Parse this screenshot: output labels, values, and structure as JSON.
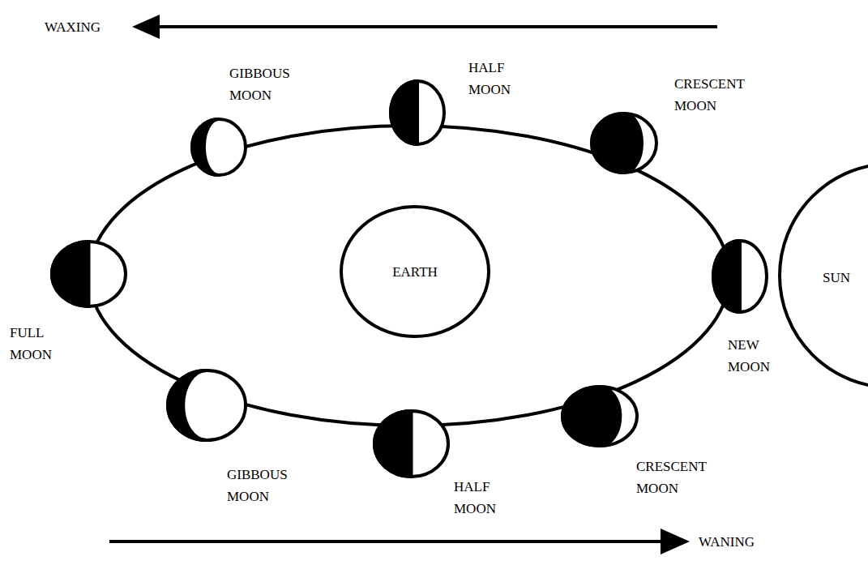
{
  "diagram": {
    "nodes": [
      {
        "text": [
          "GIBBOUS MOON"
        ]
      },
      {
        "text": [
          "HALF MOON"
        ]
      },
      {
        "text": [
          "CRESCENT MOON"
        ]
      },
      {
        "text": [
          "FULL MOON"
        ]
      },
      {
        "text": [
          "EARTH"
        ]
      },
      {
        "text": [
          "NEW MOON"
        ]
      },
      {
        "text": [
          "SUN"
        ]
      },
      {
        "text": [
          "GIBBOUS MOON"
        ]
      },
      {
        "text": [
          "HALF MOON"
        ]
      },
      {
        "text": [
          "CRESCENT MOON"
        ]
      }
    ],
    "labels": [
      "WAXING",
      "WANING"
    ]
  }
}
